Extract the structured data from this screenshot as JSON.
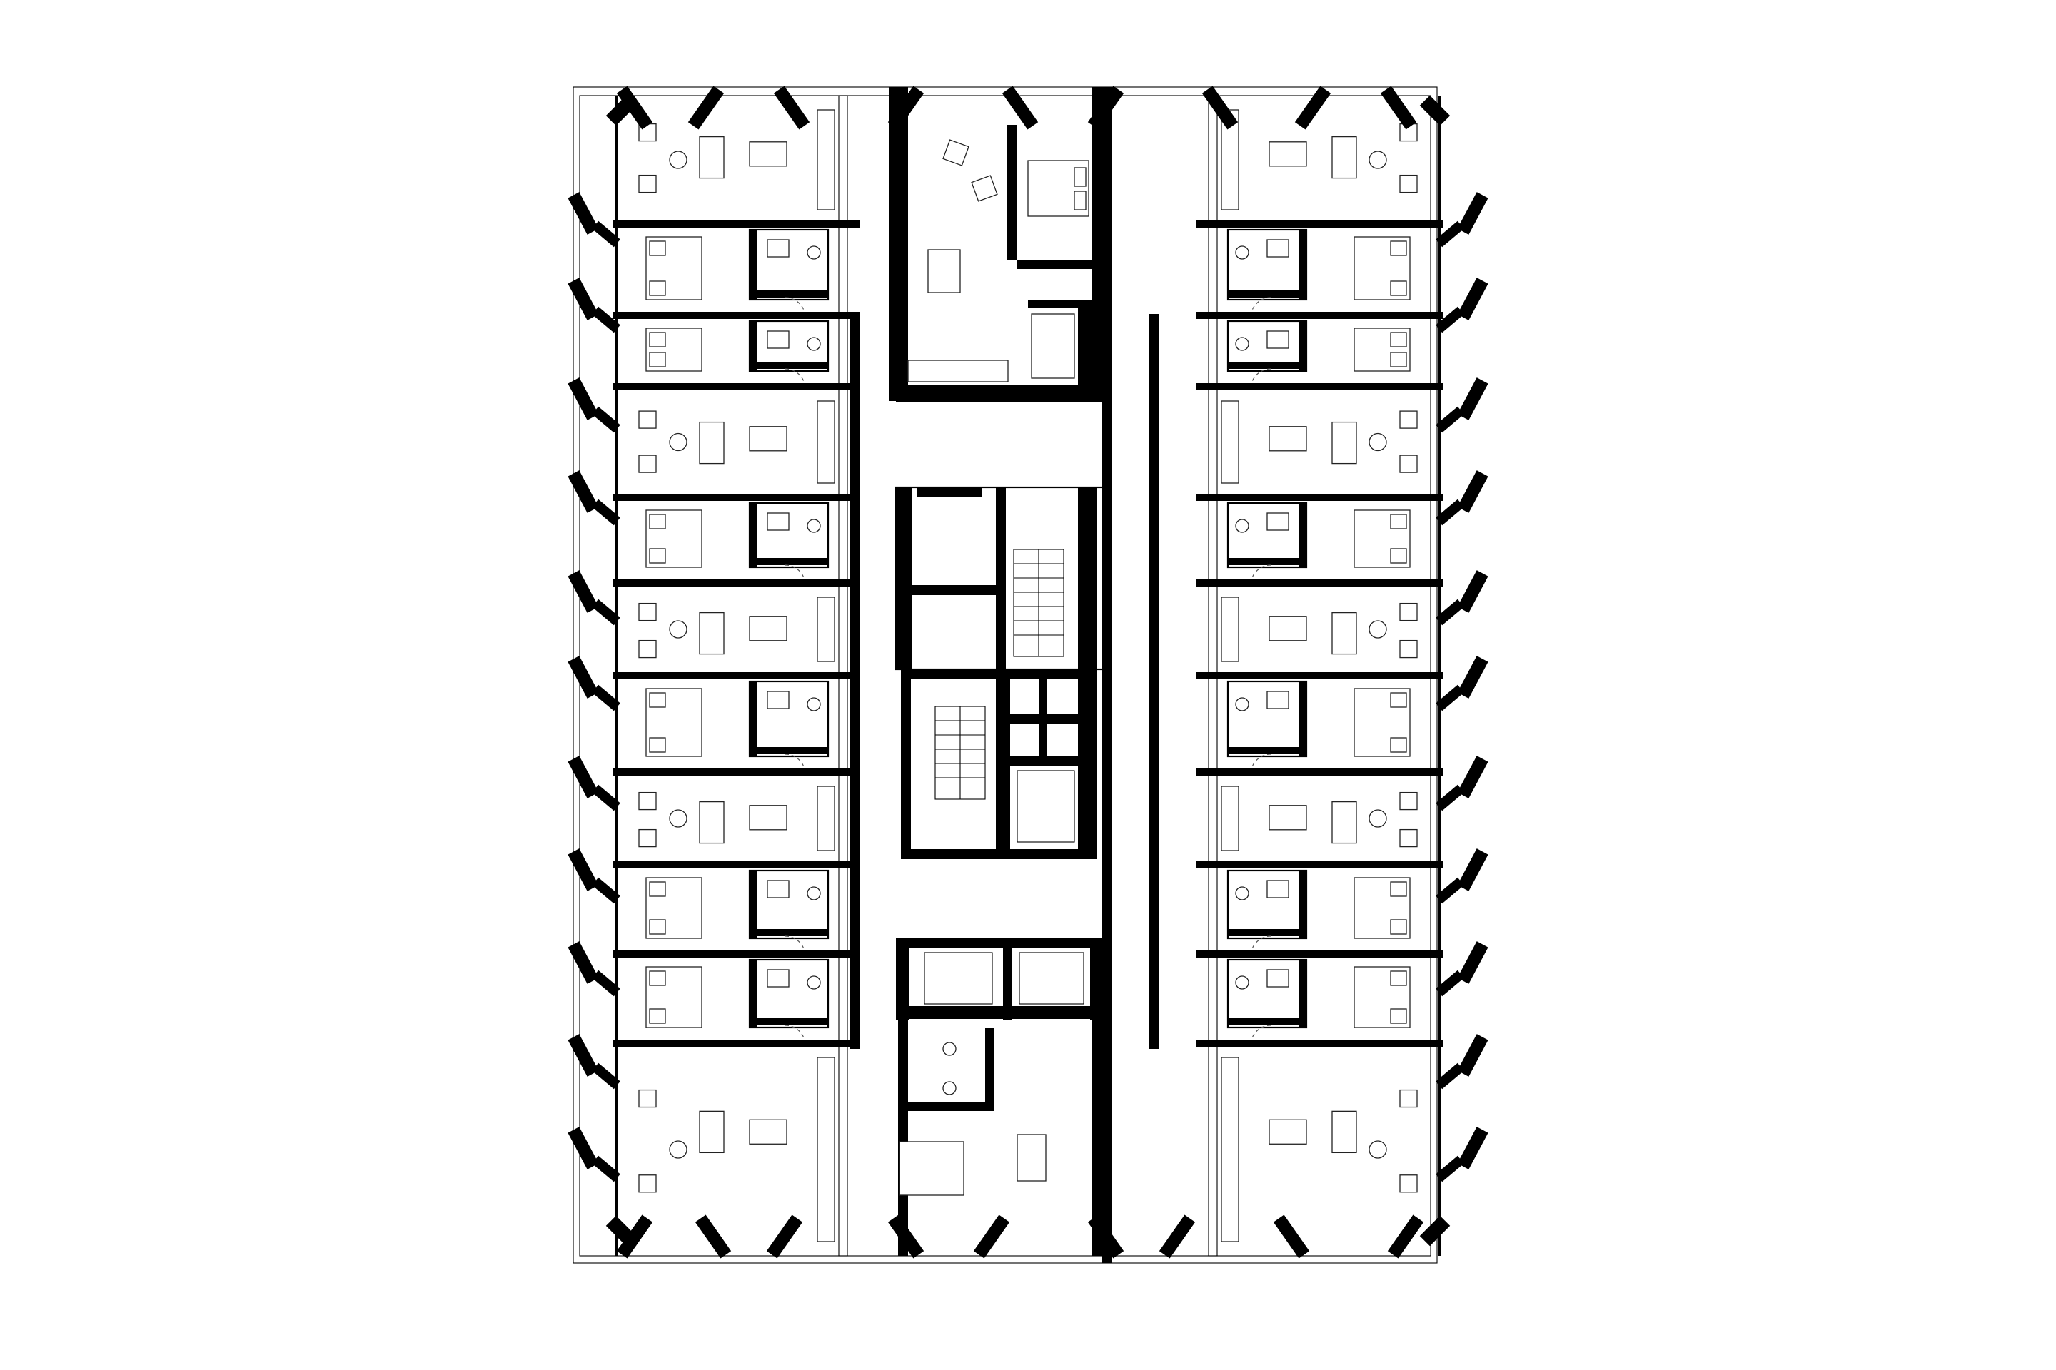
{
  "drawing": {
    "subject": "",
    "background_color": "#ffffff",
    "line_color": "#000000"
  },
  "apartments": {
    "left_column_count": 10,
    "right_column_count": 10,
    "top_center_count": 1,
    "bottom_center_count": 1
  },
  "icons": [
    "stair-icon",
    "bed-icon",
    "sofa-icon",
    "armchair-icon",
    "dining-table-icon",
    "kitchen-counter-icon",
    "bathtub-icon",
    "toilet-icon",
    "sink-icon"
  ]
}
